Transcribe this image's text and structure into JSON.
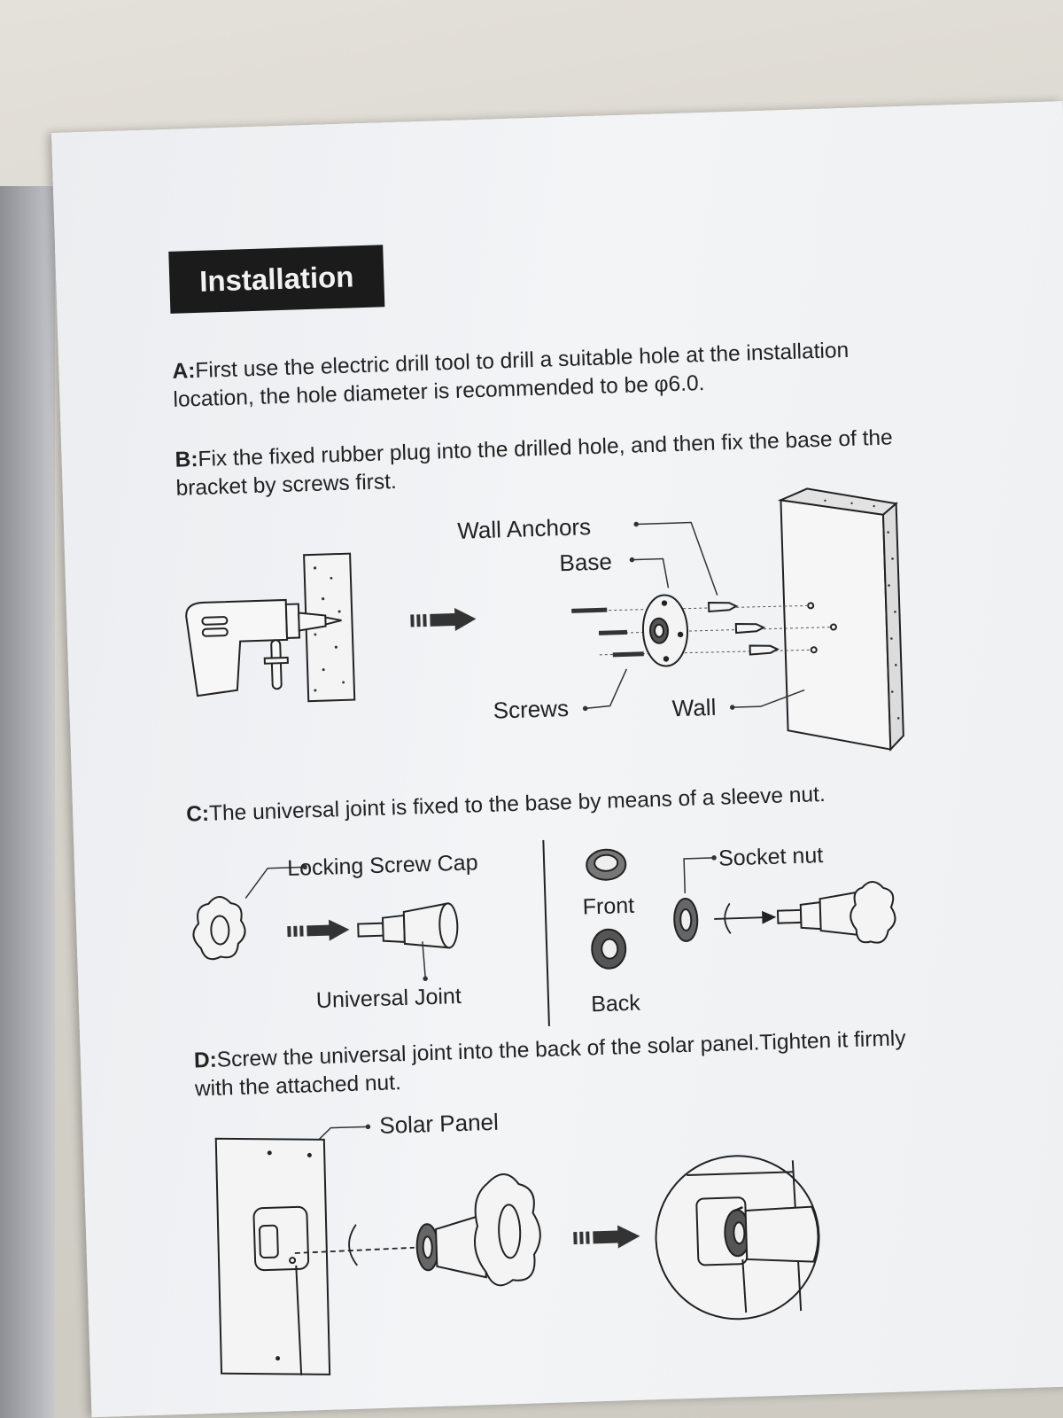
{
  "section_title": "Installation",
  "steps": {
    "a": {
      "letter": "A:",
      "text": "First use the electric drill tool to drill a suitable hole at the installation location, the hole diameter is recommended to be φ6.0."
    },
    "b": {
      "letter": "B:",
      "text": "Fix the fixed rubber plug into the drilled hole, and then fix the base of the bracket by screws first."
    },
    "c": {
      "letter": "C:",
      "text": "The universal joint is fixed to the base by means of a sleeve nut."
    },
    "d": {
      "letter": "D:",
      "text": "Screw the universal joint into the back of the solar panel.Tighten it firmly with the attached nut."
    }
  },
  "labels": {
    "wall_anchors": "Wall Anchors",
    "base": "Base",
    "screws": "Screws",
    "wall": "Wall",
    "locking_screw_cap": "Locking Screw Cap",
    "universal_joint": "Universal Joint",
    "socket_nut": "Socket nut",
    "front": "Front",
    "back": "Back",
    "solar_panel": "Solar Panel"
  }
}
